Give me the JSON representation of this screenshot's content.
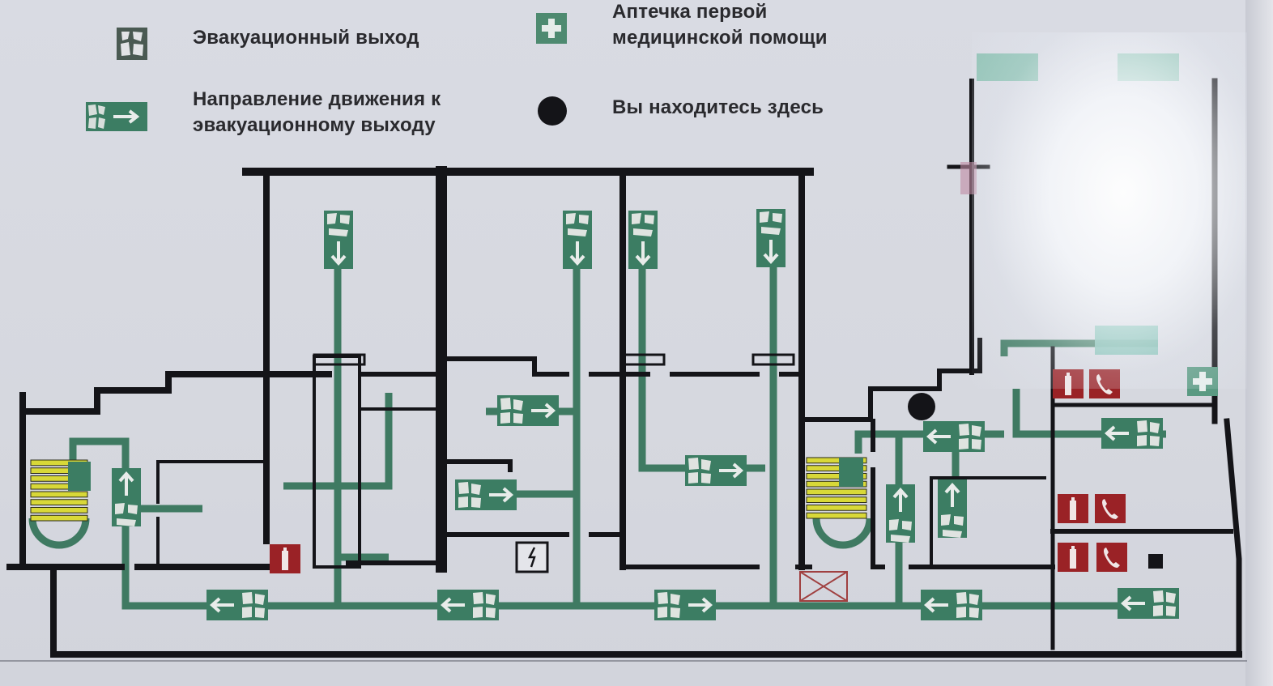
{
  "legend": {
    "exit": {
      "label": "Эвакуационный выход",
      "icon": "emergency-exit-icon"
    },
    "direction": {
      "label_line1": "Направление движения к",
      "label_line2": "эвакуационному выходу",
      "icon": "exit-direction-arrow-icon"
    },
    "first_aid": {
      "label_line1": "Аптечка первой",
      "label_line2": "медицинской помощи",
      "icon": "first-aid-kit-icon"
    },
    "you_are_here": {
      "label": "Вы находитесь здесь",
      "icon": "you-are-here-dot-icon"
    }
  },
  "colors": {
    "wall": "#141418",
    "route": "#3f7a62",
    "sign_green": "#3c7d63",
    "fire_red": "#9a2226",
    "stairs_yellow": "#d8d838",
    "background": "#d8dae2"
  },
  "plan": {
    "signs": [
      {
        "dir": "down",
        "label": "exit-sign-down"
      },
      {
        "dir": "down",
        "label": "exit-sign-down"
      },
      {
        "dir": "down",
        "label": "exit-sign-down"
      },
      {
        "dir": "down",
        "label": "exit-sign-down"
      },
      {
        "dir": "right",
        "label": "exit-sign-right"
      },
      {
        "dir": "right",
        "label": "exit-sign-right"
      },
      {
        "dir": "right",
        "label": "exit-sign-right"
      },
      {
        "dir": "right",
        "label": "exit-sign-right"
      },
      {
        "dir": "left",
        "label": "exit-sign-left"
      },
      {
        "dir": "left",
        "label": "exit-sign-left"
      },
      {
        "dir": "left",
        "label": "exit-sign-left"
      },
      {
        "dir": "left",
        "label": "exit-sign-left"
      },
      {
        "dir": "left",
        "label": "exit-sign-left"
      },
      {
        "dir": "left",
        "label": "exit-sign-left"
      },
      {
        "dir": "up",
        "label": "exit-sign-up"
      },
      {
        "dir": "up",
        "label": "exit-sign-up"
      },
      {
        "dir": "up",
        "label": "exit-sign-up"
      }
    ],
    "fire_equipment": [
      "fire-extinguisher",
      "fire-extinguisher",
      "fire-phone",
      "fire-extinguisher",
      "fire-phone",
      "fire-extinguisher",
      "fire-phone"
    ],
    "electrical_panel": "electrical-panel-icon",
    "first_aid_on_plan": "first-aid-kit-icon",
    "you_are_here": "you-are-here-dot-icon"
  }
}
